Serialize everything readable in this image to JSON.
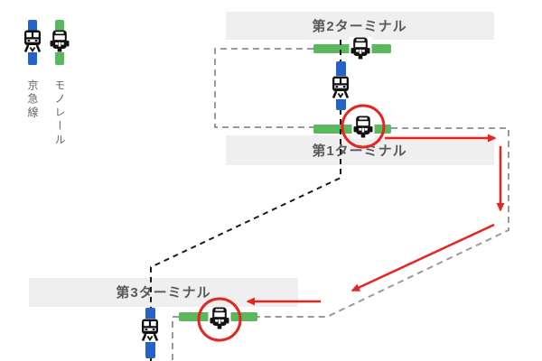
{
  "legend": {
    "keikyu": {
      "label": "京急線",
      "color": "#2563c8",
      "icon": "keikyu-train-icon"
    },
    "monorail": {
      "label": "モノレール",
      "color": "#5cb85c",
      "icon": "monorail-train-icon"
    }
  },
  "terminals": {
    "t2": {
      "label": "第2ターミナル"
    },
    "t1": {
      "label": "第1ターミナル"
    },
    "t3": {
      "label": "第3ターミナル"
    }
  },
  "colors": {
    "keikyu_blue": "#2563c8",
    "monorail_green": "#5cb85c",
    "route_red": "#e62420",
    "banner_bg": "#efefef",
    "banner_text": "#595959",
    "legend_text": "#666666",
    "walkway_gray": "#9a9a9a",
    "keikyu_path_black": "#1c1c1c",
    "train_icon_black": "#111111"
  }
}
